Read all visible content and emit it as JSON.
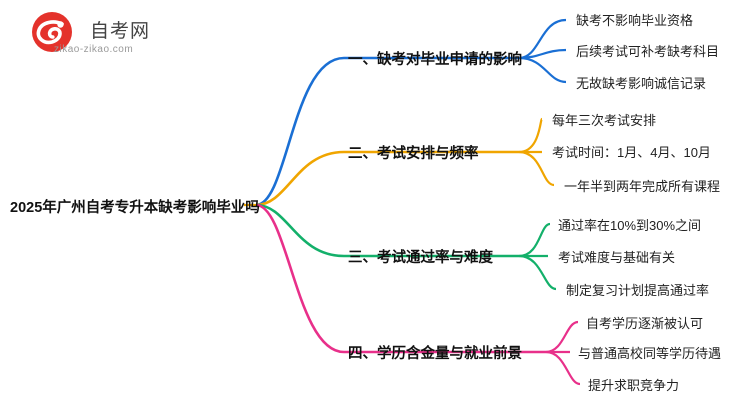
{
  "logo": {
    "brand_name": "自考网",
    "brand_url": "zikao-zikao.com",
    "mark_icon": "circular-swirl-logo-icon",
    "mark_color": "#e4322b"
  },
  "mindmap": {
    "root": {
      "label": "2025年广州自考专升本缺考影响毕业吗"
    },
    "branches": [
      {
        "label": "一、缺考对毕业申请的影响",
        "color": "#1a6fd4",
        "children": [
          "缺考不影响毕业资格",
          "后续考试可补考缺考科目",
          "无故缺考影响诚信记录"
        ]
      },
      {
        "label": "二、考试安排与频率",
        "color": "#f0a500",
        "children": [
          "每年三次考试安排",
          "考试时间：1月、4月、10月",
          "一年半到两年完成所有课程"
        ]
      },
      {
        "label": "三、考试通过率与难度",
        "color": "#13b06a",
        "children": [
          "通过率在10%到30%之间",
          "考试难度与基础有关",
          "制定复习计划提高通过率"
        ]
      },
      {
        "label": "四、学历含金量与就业前景",
        "color": "#e8308a",
        "children": [
          "自考学历逐渐被认可",
          "与普通高校同等学历待遇",
          "提升求职竞争力"
        ]
      }
    ]
  }
}
